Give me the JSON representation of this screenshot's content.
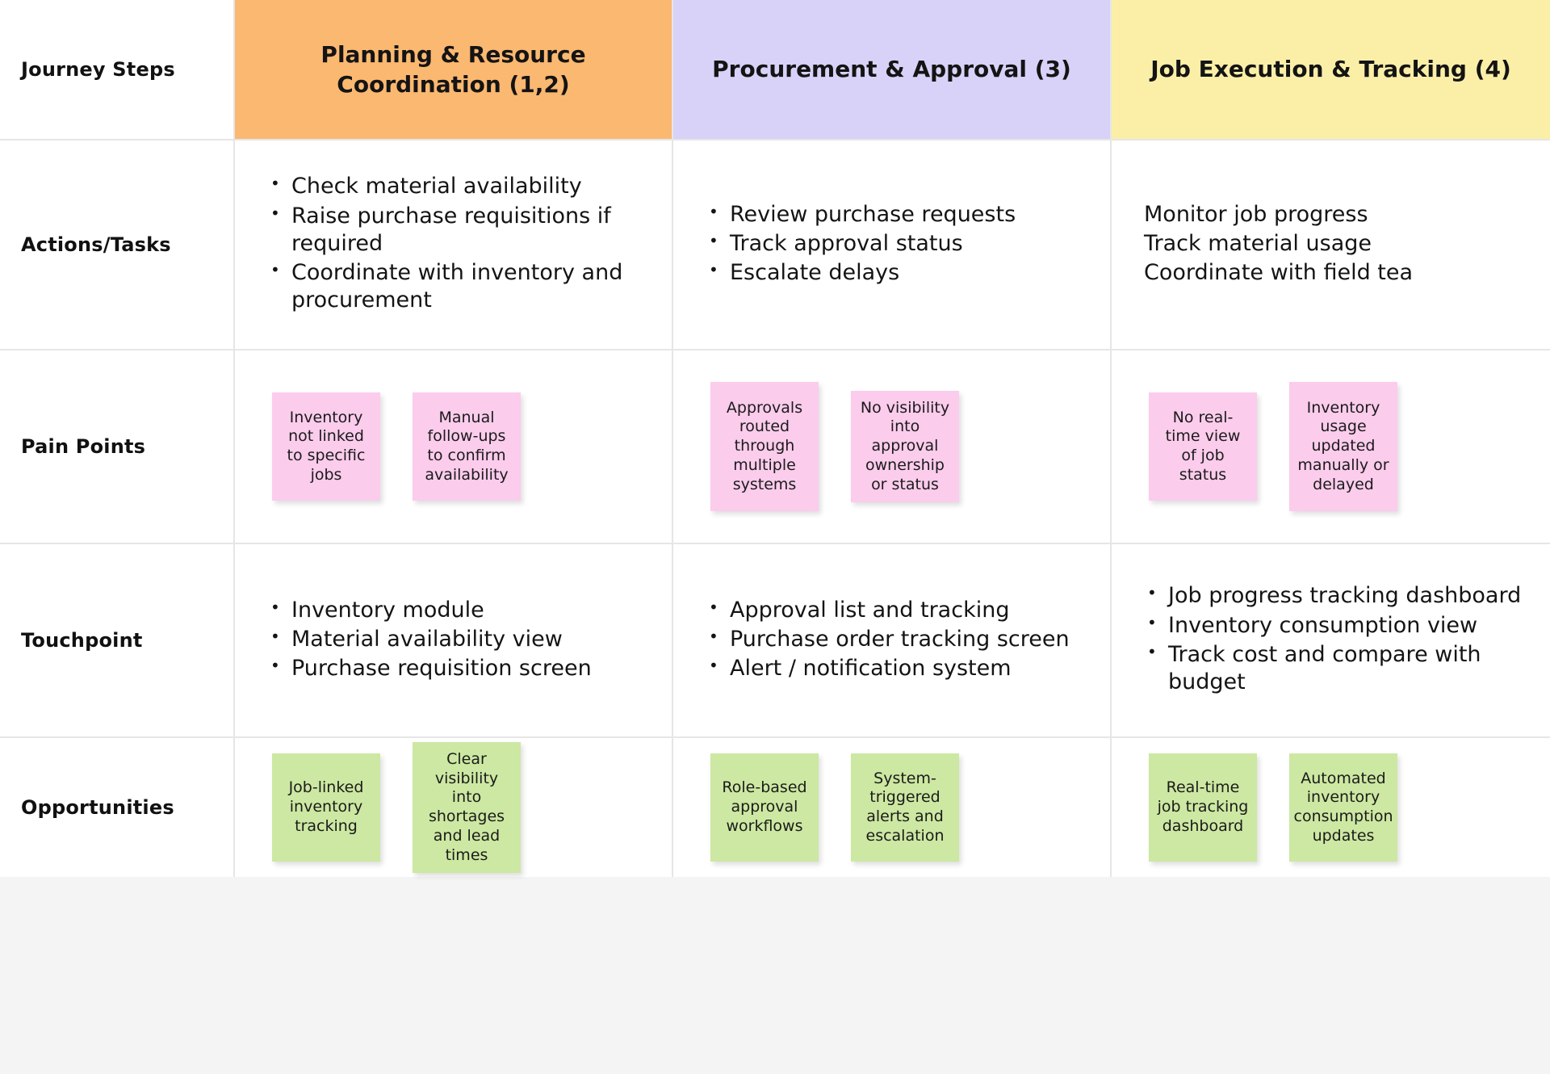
{
  "colors": {
    "col1_header_bg": "#FBB871",
    "col2_header_bg": "#D8D2F8",
    "col3_header_bg": "#FBEFA8",
    "pain_note_bg": "#FBCCEC",
    "opportunity_note_bg": "#CDE8A2",
    "grid_line": "#E6E6E6",
    "page_bg": "#F4F4F4",
    "text": "#141414"
  },
  "header": {
    "row_label": "Journey Steps",
    "columns": [
      {
        "title": "Planning & Resource Coordination (1,2)"
      },
      {
        "title": "Procurement & Approval (3)"
      },
      {
        "title": "Job Execution & Tracking (4)"
      }
    ]
  },
  "rows": [
    {
      "label": "Actions/Tasks",
      "type": "list",
      "cells": [
        {
          "bulleted": true,
          "items": [
            "Check material availability",
            "Raise purchase requisitions if required",
            "Coordinate with inventory and procurement"
          ]
        },
        {
          "bulleted": true,
          "items": [
            "Review purchase requests",
            "Track approval status",
            "Escalate delays"
          ]
        },
        {
          "bulleted": false,
          "items": [
            "Monitor job progress",
            "Track material usage",
            "Coordinate with field tea"
          ]
        }
      ]
    },
    {
      "label": "Pain Points",
      "type": "notes",
      "note_color": "pink",
      "cells": [
        {
          "notes": [
            "Inventory not linked to specific jobs",
            "Manual follow-ups to confirm availability"
          ]
        },
        {
          "notes": [
            "Approvals routed through multiple systems",
            "No visibility into approval ownership or status"
          ]
        },
        {
          "notes": [
            "No real-time view of job status",
            "Inventory usage updated manually or delayed"
          ]
        }
      ]
    },
    {
      "label": "Touchpoint",
      "type": "list",
      "cells": [
        {
          "bulleted": true,
          "items": [
            "Inventory module",
            "Material availability view",
            "Purchase requisition screen"
          ]
        },
        {
          "bulleted": true,
          "items": [
            "Approval list and tracking",
            "Purchase order tracking screen",
            "Alert / notification system"
          ]
        },
        {
          "bulleted": true,
          "items": [
            "Job progress tracking dashboard",
            "Inventory consumption view",
            "Track cost and compare with budget"
          ]
        }
      ]
    },
    {
      "label": "Opportunities",
      "type": "notes",
      "note_color": "green",
      "cells": [
        {
          "notes": [
            "Job-linked inventory tracking",
            "Clear visibility into shortages and lead times"
          ]
        },
        {
          "notes": [
            "Role-based approval workflows",
            "System-triggered alerts and escalation"
          ]
        },
        {
          "notes": [
            "Real-time job tracking dashboard",
            "Automated inventory consumption updates"
          ]
        }
      ]
    }
  ]
}
